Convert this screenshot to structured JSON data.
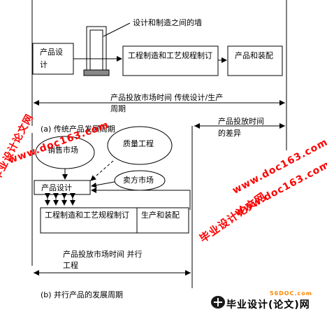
{
  "top": {
    "wall_label": "设计和制造之间的墙",
    "design_box_line1": "产品设",
    "design_box_line2": "计",
    "engineering_box": "工程制造和工艺规程制订",
    "assembly_box": "产品和装配",
    "time_label_line1": "产品投放市场时间  传统设计/生产",
    "time_label_line2": "周期",
    "caption": "(a) 传统产品发展周期"
  },
  "bottom": {
    "diff_label_line1": "产品投放时间",
    "diff_label_line2": "的差异",
    "sales_market": "销售市场",
    "quality_eng": "质量工程",
    "seller_market": "卖方市场",
    "design_box": "产品设计",
    "engineering_box": "工程制造和工艺规程制订",
    "assembly_box": "生产和装配",
    "time_label_line1": "产品投放市场时间  并行",
    "time_label_line2": "工程",
    "caption": "(b) 并行产品的发展周期"
  },
  "watermarks": {
    "left_vertical": "毕业设计论文网",
    "left_url": "www.doc163.com",
    "right_url_1": "www.doc163.com",
    "right_url_2": "www.doc163.com",
    "right_vertical": "毕业设计论文网",
    "logo_site": "56DOC.com",
    "logo_text": "毕业设计(论文)网"
  },
  "colors": {
    "watermark": "#ff0000",
    "line": "#000000",
    "wall_fill": "#888888"
  }
}
